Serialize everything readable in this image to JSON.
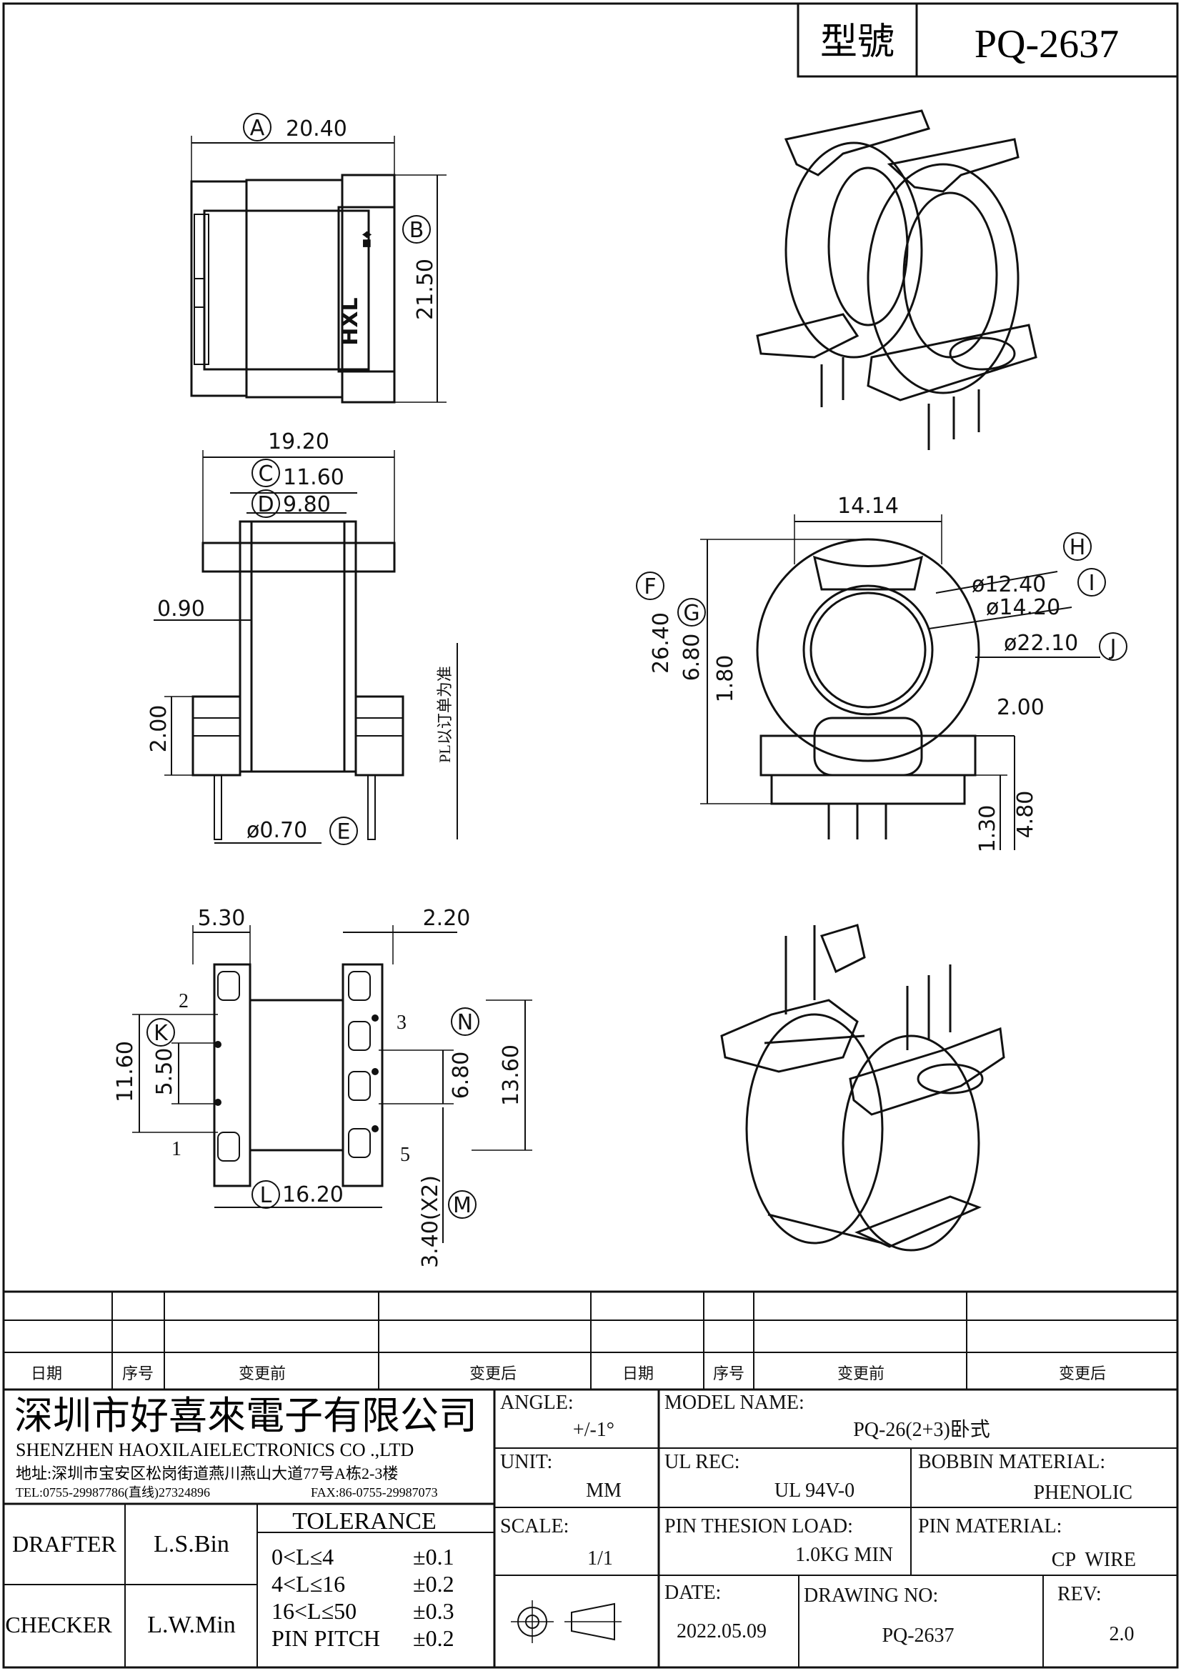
{
  "title_block": {
    "model_label": "型號",
    "model_value": "PQ-2637"
  },
  "top_view": {
    "dim_a": "20.40",
    "dim_b": "21.50",
    "mark_a": "A",
    "mark_b": "B",
    "logo_text": "HXL"
  },
  "side_view": {
    "dim_overall": "19.20",
    "dim_c": "11.60",
    "dim_d": "9.80",
    "mark_c": "C",
    "mark_d": "D",
    "dim_wall": "0.90",
    "dim_flange": "2.00",
    "dim_pin": "ø0.70",
    "mark_e": "E",
    "note": "PL以订单为准"
  },
  "front_view": {
    "dim_width": "14.14",
    "dim_height": "26.40",
    "mark_f": "F",
    "dim_g": "6.80",
    "mark_g": "G",
    "dim_18": "1.80",
    "dim_h": "ø12.40",
    "mark_h": "H",
    "dim_i": "ø14.20",
    "mark_i": "I",
    "dim_j": "ø22.10",
    "mark_j": "J",
    "dim_step": "2.00",
    "dim_pinlen": "1.30",
    "dim_standoff": "4.80"
  },
  "bottom_view": {
    "dim_left": "5.30",
    "dim_right": "2.20",
    "dim_k": "5.50",
    "mark_k": "K",
    "dim_1160": "11.60",
    "dim_n": "6.80",
    "mark_n": "N",
    "dim_1360": "13.60",
    "dim_l": "16.20",
    "mark_l": "L",
    "dim_m": "3.40(X2)",
    "mark_m": "M",
    "pin_labels": [
      "1",
      "2",
      "3",
      "5"
    ]
  },
  "change_table": {
    "headers": [
      "日期",
      "序号",
      "变更前",
      "变更后",
      "日期",
      "序号",
      "变更前",
      "变更后"
    ]
  },
  "company": {
    "name_cn": "深圳市好喜來電子有限公司",
    "name_en": "SHENZHEN HAOXILAIELECTRONICS CO .,LTD",
    "address": "地址:深圳市宝安区松岗街道燕川燕山大道77号A栋2-3楼",
    "tel": "TEL:0755-29987786(直线)27324896",
    "fax": "FAX:86-0755-29987073"
  },
  "fields": {
    "angle_label": "ANGLE:",
    "angle_value": "+/-1°",
    "model_name_label": "MODEL NAME:",
    "model_name_value": "PQ-26(2+3)卧式",
    "unit_label": "UNIT:",
    "unit_value": "MM",
    "ul_label": "UL REC:",
    "ul_value": "UL 94V-0",
    "bobbin_label": "BOBBIN MATERIAL:",
    "bobbin_value": "PHENOLIC",
    "scale_label": "SCALE:",
    "scale_value": "1/1",
    "pin_load_label": "PIN THESION LOAD:",
    "pin_load_value": "1.0KG MIN",
    "pin_mat_label": "PIN MATERIAL:",
    "pin_mat_value": "CP  WIRE",
    "date_label": "DATE:",
    "date_value": "2022.05.09",
    "drawing_no_label": "DRAWING NO:",
    "drawing_no_value": "PQ-2637",
    "rev_label": "REV:",
    "rev_value": "2.0"
  },
  "staff": {
    "drafter_label": "DRAFTER",
    "drafter_value": "L.S.Bin",
    "checker_label": "CHECKER",
    "checker_value": "L.W.Min"
  },
  "tolerance": {
    "title": "TOLERANCE",
    "rows": [
      {
        "range": "0<L≤4",
        "value": "±0.1"
      },
      {
        "range": "4<L≤16",
        "value": "±0.2"
      },
      {
        "range": "16<L≤50",
        "value": "±0.3"
      },
      {
        "range": "PIN PITCH",
        "value": "±0.2"
      }
    ]
  }
}
